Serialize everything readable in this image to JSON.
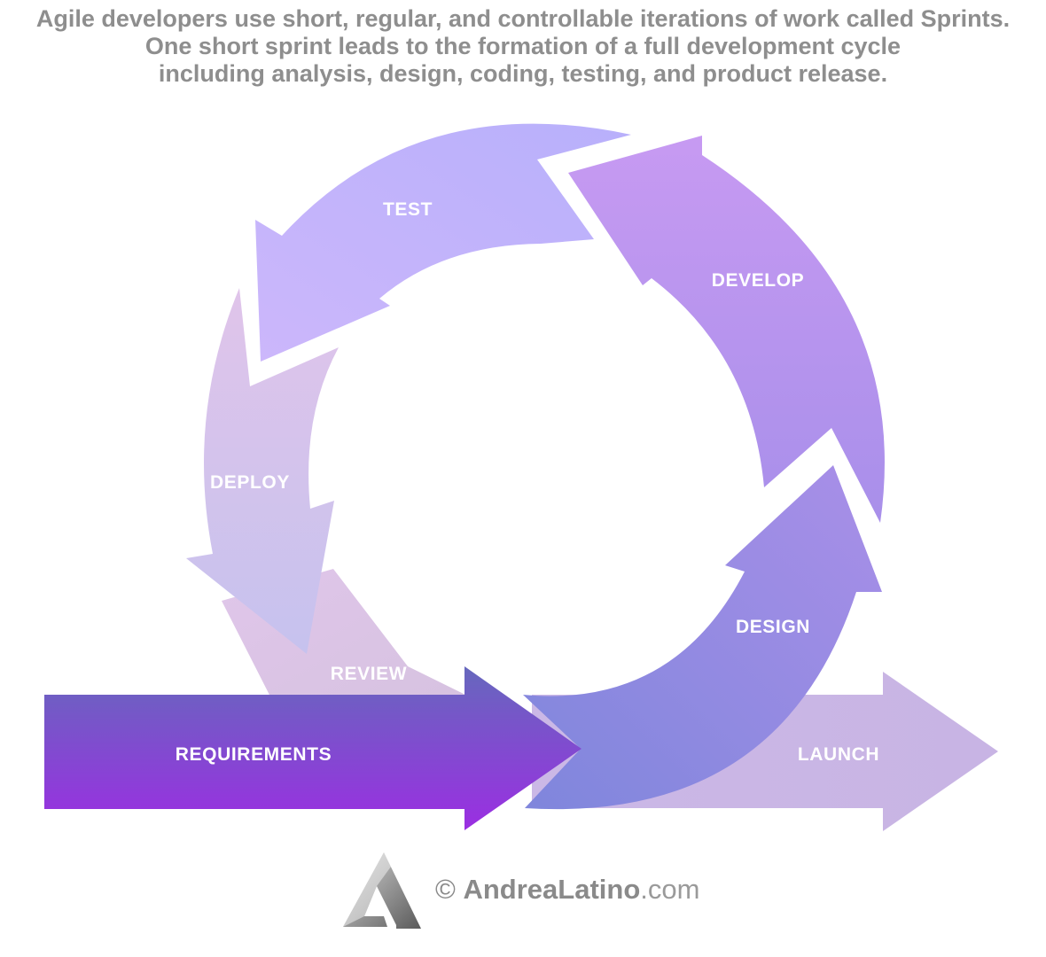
{
  "caption": {
    "line1": "Agile developers use short, regular, and controllable iterations of work called Sprints.",
    "line2": "One short sprint leads to the formation of a full development cycle",
    "line3": "including analysis, design, coding, testing, and product release."
  },
  "stages": {
    "requirements": "REQUIREMENTS",
    "design": "DESIGN",
    "develop": "DEVELOP",
    "test": "TEST",
    "deploy": "DEPLOY",
    "review": "REVIEW",
    "launch": "LAUNCH"
  },
  "brand": {
    "copyright": "©",
    "name": "AndreaLatino",
    "domain": ".com",
    "logo_icon": "triangle-a-logo"
  },
  "colors": {
    "requirements_start": "#6a6cc0",
    "requirements_end": "#9a2fe0",
    "design": "#8f86e2",
    "develop": "#b895ee",
    "test": "#c4b4fb",
    "deploy": "#cfc3ee",
    "review": "#dbc4e3",
    "launch": "#c6b2e4",
    "caption_text": "#8e8e8e"
  }
}
